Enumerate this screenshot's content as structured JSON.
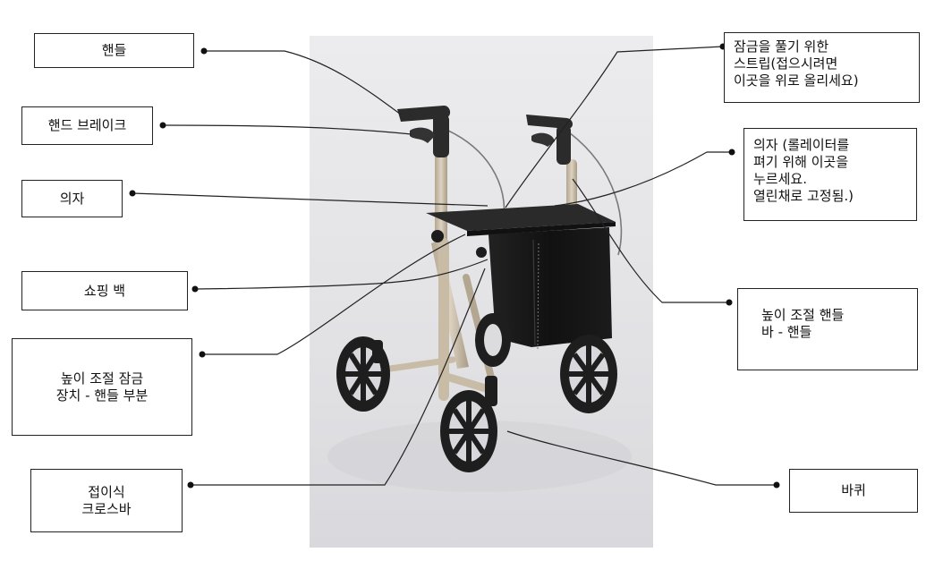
{
  "labels": {
    "handle": "핸들",
    "hand_brake": "핸드 브레이크",
    "seat": "의자",
    "shopping_bag": "쇼핑 백",
    "height_lock": "높이 조절 잠금\n장치 - 핸들 부분",
    "folding_crossbar": "접이식\n크로스바",
    "unlock_strap": "잠금을 풀기 위한\n스트립(접으시려면\n이곳을 위로 올리세요)",
    "seat_open": "의자 (롤레이터를\n펴기 위해 이곳을\n누르세요.\n열린채로 고정됨.)",
    "height_bar": "높이 조절 핸들\n바 - 핸들",
    "wheel": "바퀴"
  },
  "colors": {
    "frame": "#c7bba8",
    "wheel": "#1e1e1e",
    "bag": "#141414",
    "background": "#e4e4e6"
  }
}
